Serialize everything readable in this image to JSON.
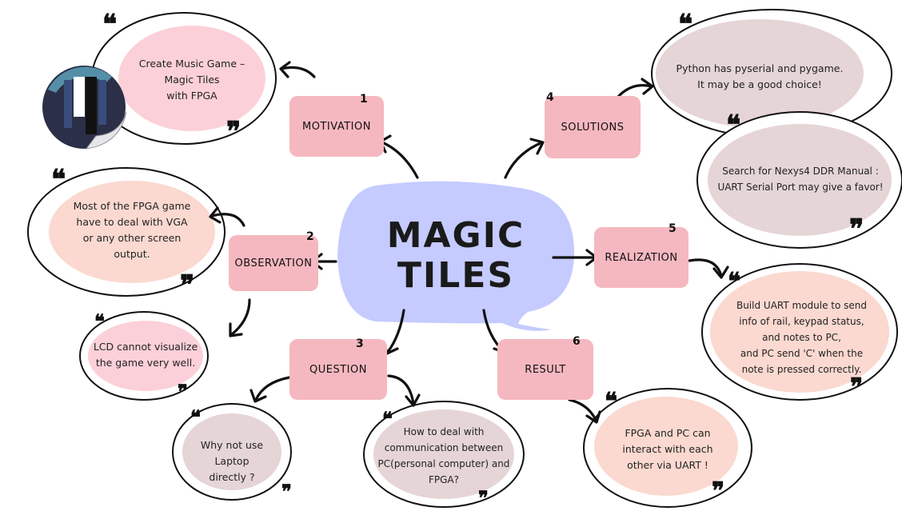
{
  "title_lines": [
    "MAGIC",
    "TILES"
  ],
  "steps": {
    "motivation": {
      "num": "1",
      "label": "MOTIVATION"
    },
    "observation": {
      "num": "2",
      "label": "OBSERVATION"
    },
    "question": {
      "num": "3",
      "label": "QUESTION"
    },
    "solutions": {
      "num": "4",
      "label": "SOLUTIONS"
    },
    "realization": {
      "num": "5",
      "label": "REALIZATION"
    },
    "result": {
      "num": "6",
      "label": "RESULT"
    }
  },
  "bubbles": {
    "motivation": [
      "Create Music Game –",
      "Magic Tiles",
      "with FPGA"
    ],
    "observation_vga": [
      "Most of the FPGA game",
      "have to deal with VGA",
      "or any other screen",
      "output."
    ],
    "observation_lcd": [
      "LCD  cannot visualize",
      "the game very well."
    ],
    "question_laptop": [
      "Why not use Laptop",
      "directly ?"
    ],
    "question_comm": [
      "How to deal with",
      "communication between",
      "PC(personal computer)  and",
      "FPGA?"
    ],
    "solutions_python": [
      "Python has pyserial and pygame.",
      "It may be a good choice!"
    ],
    "solutions_manual": [
      "Search for Nexys4 DDR Manual :",
      "UART Serial Port may give a favor!"
    ],
    "realization_uart": [
      "Build UART  module to send",
      "info of rail, keypad status,",
      "and notes to PC,",
      "and PC send  'C' when the",
      "note is pressed correctly."
    ],
    "result_interact": [
      "FPGA and PC can",
      "interact with each",
      "other via UART !"
    ]
  },
  "quote_marks": {
    "open": "❝",
    "close": "❞"
  },
  "colors": {
    "step_box": "#f6b8c0",
    "center_cloud": "#c5cbff",
    "bubble_pink": "#fcd0d8",
    "bubble_peach": "#fbd9d0",
    "bubble_mauve": "#e6d5d6",
    "outline": "#111111"
  }
}
